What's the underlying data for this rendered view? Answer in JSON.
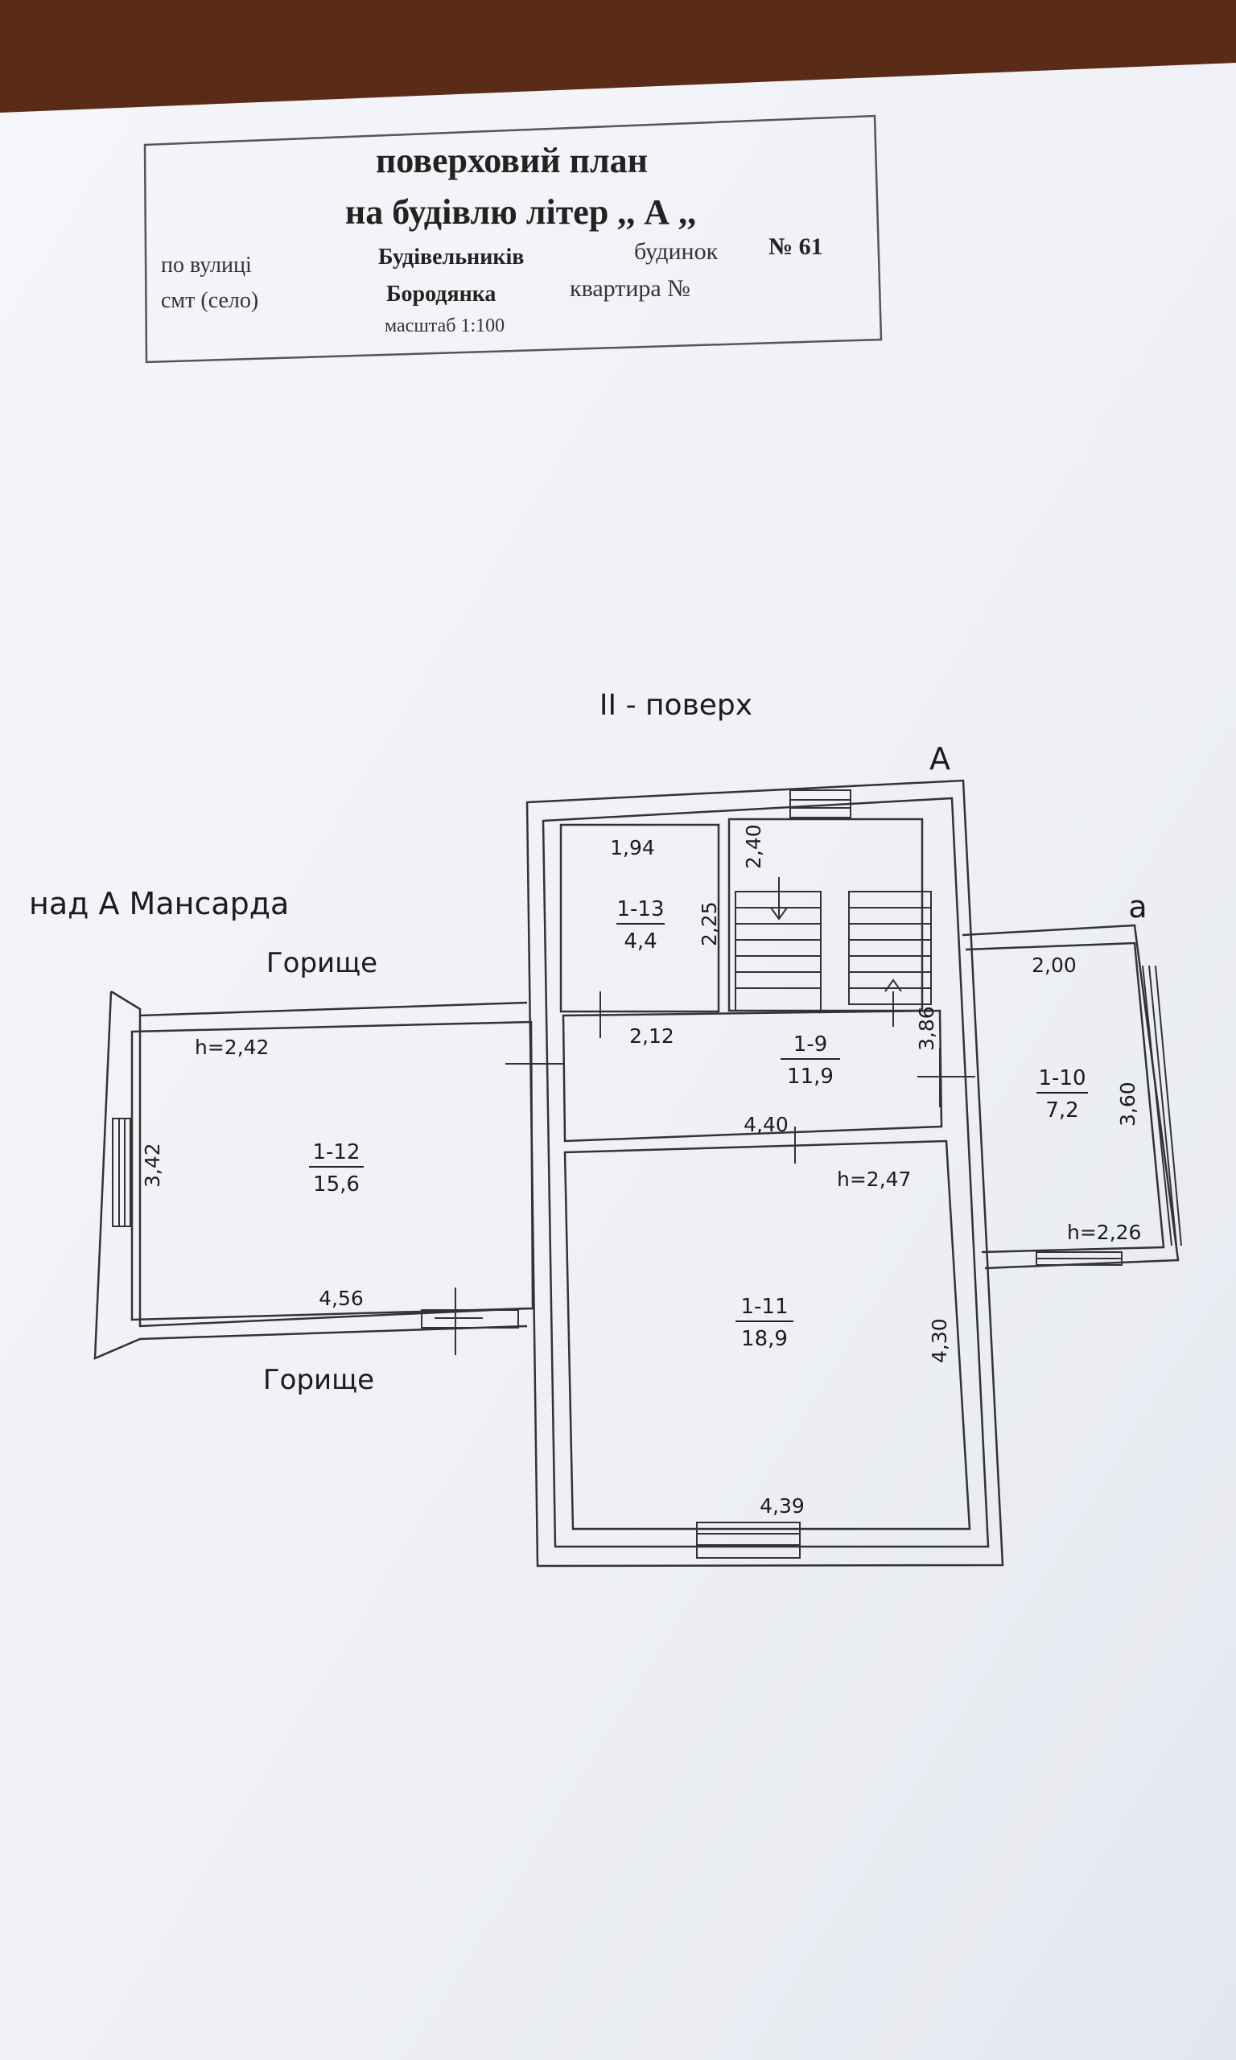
{
  "title_block": {
    "line1": "поверховий план",
    "line2": "на будівлю літер ,, А ,,",
    "street_label": "по вулиці",
    "street_value": "Будівельників",
    "house_label": "будинок",
    "house_no": "№ 61",
    "settlement_label": "смт (село)",
    "settlement_value": "Бородянка",
    "apartment_label": "квартира №",
    "scale": "масштаб  1:100"
  },
  "plan": {
    "floor_title": "II - поверх",
    "block_letter": "А",
    "annex_letter": "а",
    "mansard_label": "над А  Мансарда",
    "attic_top": "Горище",
    "attic_bottom": "Горище",
    "rooms": [
      {
        "id": "1-13",
        "area": "4,4"
      },
      {
        "id": "1-9",
        "area": "11,9"
      },
      {
        "id": "1-10",
        "area": "7,2"
      },
      {
        "id": "1-12",
        "area": "15,6"
      },
      {
        "id": "1-11",
        "area": "18,9"
      }
    ],
    "dims": {
      "d194": "1,94",
      "d240": "2,40",
      "d225": "2,25",
      "d212": "2,12",
      "d386": "3,86",
      "d200": "2,00",
      "d360": "3,60",
      "d440": "4,40",
      "d342": "3,42",
      "d456": "4,56",
      "d430": "4,30",
      "d439": "4,39"
    },
    "heights": {
      "h_mansard": "h=2,42",
      "h_1_11": "h=2,47",
      "h_annex": "h=2,26"
    }
  }
}
